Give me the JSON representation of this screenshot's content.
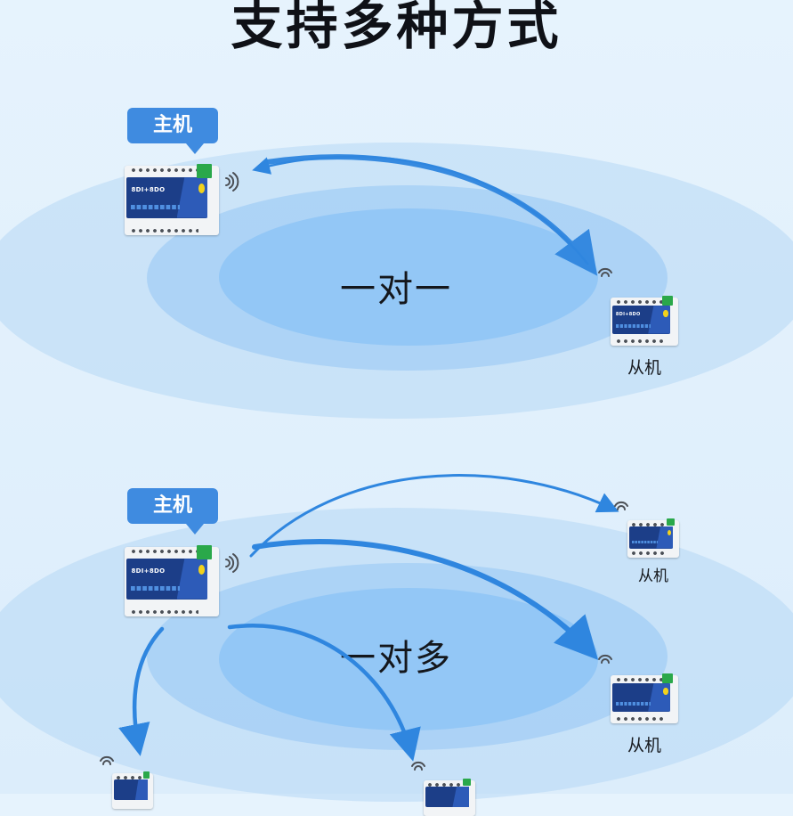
{
  "title": "支持多种方式",
  "master_label": "主机",
  "slave_label": "从机",
  "device_label": "8DI+8DO",
  "modes": [
    {
      "name": "一对一"
    },
    {
      "name": "一对多"
    }
  ],
  "colors": {
    "accent": "#3f8be0",
    "arrow": "#2f86df",
    "ellipse_inner": "#93c7f6",
    "device_panel": "#1c3e88"
  }
}
